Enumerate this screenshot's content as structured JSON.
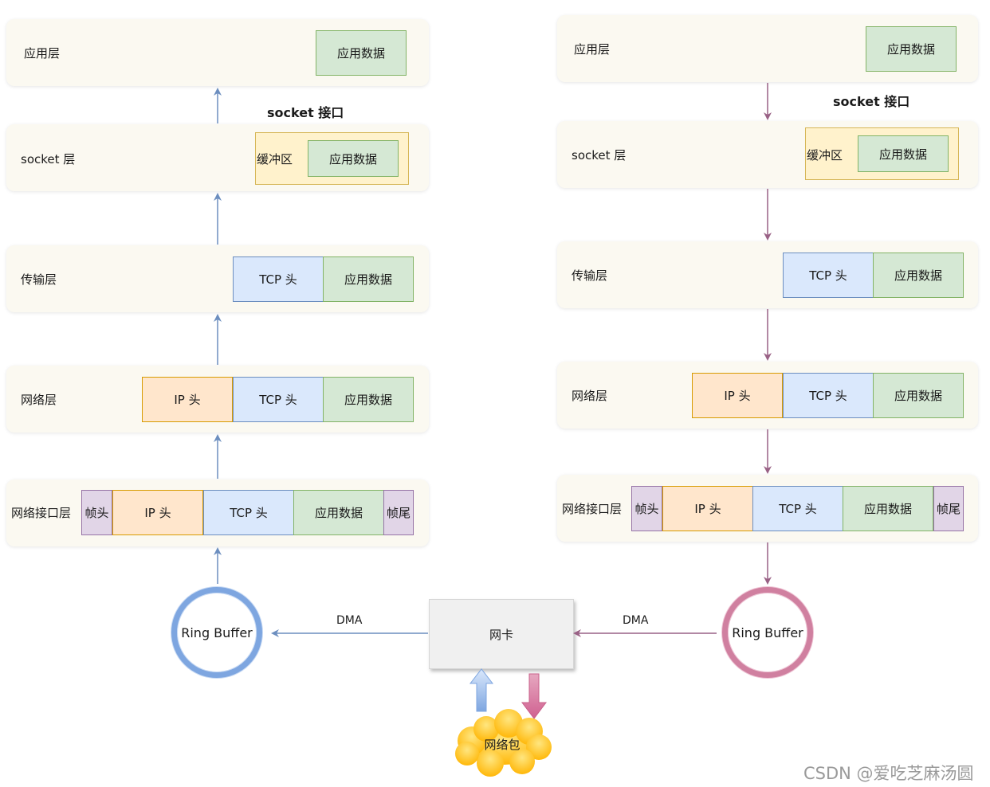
{
  "layers": {
    "application": "应用层",
    "socket": "socket 层",
    "transport": "传输层",
    "network": "网络层",
    "link": "网络接口层"
  },
  "segments": {
    "app_data": "应用数据",
    "tcp_header": "TCP 头",
    "ip_header": "IP 头",
    "frame_header": "帧头",
    "frame_trailer": "帧尾",
    "buffer": "缓冲区"
  },
  "socket_interface": "socket 接口",
  "ring_buffer": "Ring Buffer",
  "nic": "网卡",
  "dma": "DMA",
  "packet": "网络包",
  "watermark": "CSDN @爱吃芝麻汤圆",
  "colors": {
    "receive_arrow": "#6c8ebf",
    "send_arrow": "#996185",
    "layer_bg": "#fbf9f1"
  }
}
